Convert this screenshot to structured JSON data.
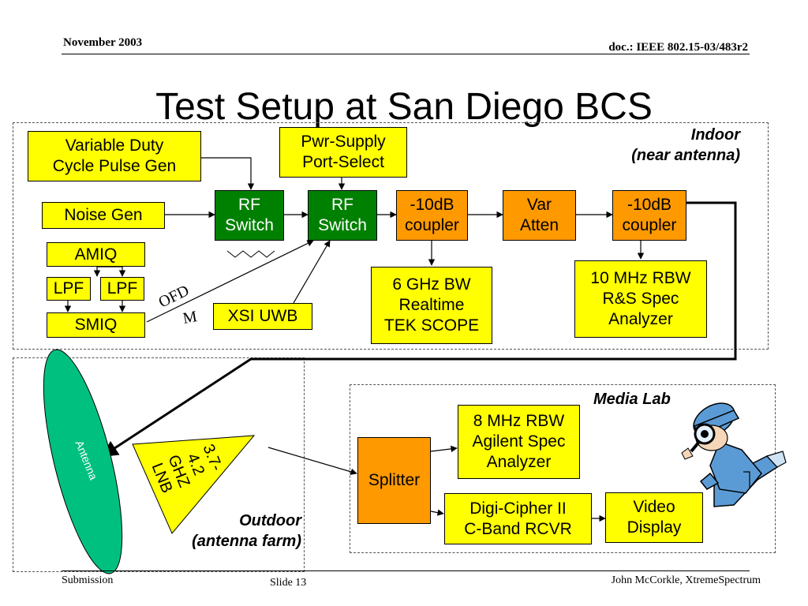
{
  "header": {
    "date": "November 2003",
    "doc": "doc.: IEEE 802.15-03/483r2"
  },
  "title": "Test Setup at San Diego BCS",
  "zones": {
    "indoor": "Indoor\n(near antenna)",
    "outdoor": "Outdoor\n(antenna farm)",
    "media": "Media Lab"
  },
  "blocks": {
    "pulse_gen": "Variable Duty\nCycle Pulse Gen",
    "pwr_supply": "Pwr-Supply\nPort-Select",
    "noise_gen": "Noise Gen",
    "rf_switch_1": "RF\nSwitch",
    "rf_switch_2": "RF\nSwitch",
    "coupler_1": "-10dB\ncoupler",
    "var_atten": "Var\nAtten",
    "coupler_2": "-10dB\ncoupler",
    "amiq": "AMIQ",
    "lpf_1": "LPF",
    "lpf_2": "LPF",
    "smiq": "SMIQ",
    "xsi_uwb": "XSI UWB",
    "tek_scope": "6 GHz BW\nRealtime\nTEK SCOPE",
    "rs_analyzer": "10 MHz RBW\nR&S Spec\nAnalyzer",
    "splitter": "Splitter",
    "agilent_analyzer": "8 MHz RBW\nAgilent Spec\nAnalyzer",
    "receiver": "Digi-Cipher II\nC-Band RCVR",
    "video_display": "Video\nDisplay"
  },
  "labels": {
    "ofdm_1": "OFD",
    "ofdm_2": "M",
    "antenna": "Antenna",
    "lnb_1": "3.7-",
    "lnb_2": "4.2",
    "lnb_3": "GHZ",
    "lnb_4": "LNB"
  },
  "colors": {
    "yellow": "#ffff00",
    "green": "#008000",
    "orange": "#ff9900",
    "antenna": "#00c080",
    "detective": "#5b9bd5"
  },
  "icons": {
    "clipart": "detective-magnifier-icon"
  },
  "footer": {
    "left": "Submission",
    "center": "Slide 13",
    "right": "John McCorkle, XtremeSpectrum"
  }
}
